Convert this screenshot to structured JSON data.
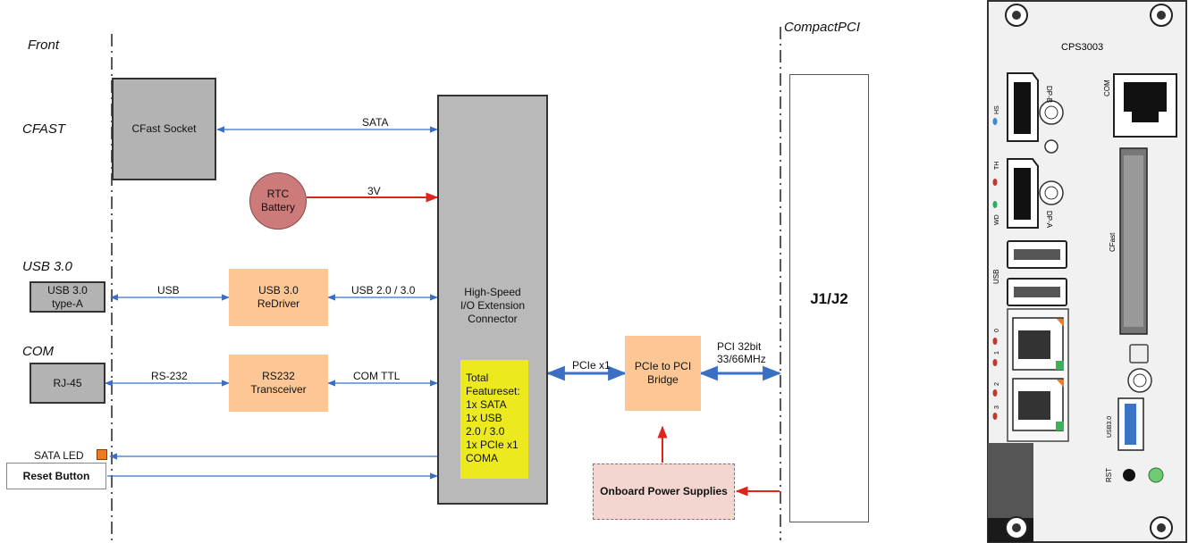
{
  "sections": {
    "front": "Front",
    "cfast": "CFAST",
    "usb": "USB 3.0",
    "com": "COM",
    "compactpci": "CompactPCI"
  },
  "blocks": {
    "cfast_socket": "CFast Socket",
    "rtc_battery": "RTC\nBattery",
    "usb_typea": "USB 3.0\ntype-A",
    "usb_redriver": "USB 3.0\nReDriver",
    "rj45": "RJ-45",
    "rs232_transceiver": "RS232\nTransceiver",
    "hs_connector": "High-Speed\nI/O Extension\nConnector",
    "featureset": "Total\nFeatureset:\n1x SATA\n1x USB\n2.0 / 3.0\n1x PCIe x1\nCOMA",
    "pcie_bridge": "PCIe to PCI\nBridge",
    "power_supplies": "Onboard Power Supplies",
    "j1j2": "J1/J2",
    "sata_led": "SATA LED",
    "reset_button": "Reset Button"
  },
  "connections": {
    "sata": "SATA",
    "v3": "3V",
    "usb": "USB",
    "usb23": "USB 2.0 / 3.0",
    "rs232": "RS-232",
    "comttl": "COM TTL",
    "pciex1": "PCIe x1",
    "pci32": "PCI 32bit\n33/66MHz"
  },
  "panel": {
    "model": "CPS3003",
    "labels": {
      "dpb": "DP-B",
      "dpa": "DP-A",
      "hs": "HS",
      "th": "TH",
      "wd": "WD",
      "usb": "USB",
      "com": "COM",
      "cfast": "CFast",
      "usb30": "USB3.0",
      "rst": "RST",
      "l0": "0",
      "l1": "1",
      "l2": "2",
      "l3": "3"
    }
  },
  "colors": {
    "blue_arrow": "#3a6fc4",
    "red_arrow": "#e0241b",
    "peach": "#fcc795",
    "yellow": "#ecea1e",
    "rtc": "#cc7a7a",
    "led_orange": "#f07a1e"
  }
}
